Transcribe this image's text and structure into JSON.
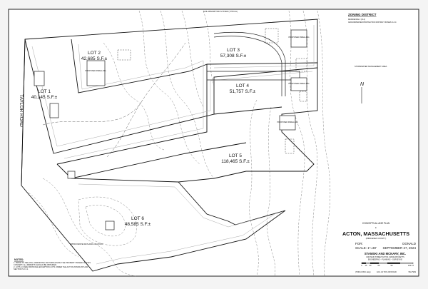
{
  "plan": {
    "lots": [
      {
        "name": "LOT 1",
        "area": "40,145 S.F.±"
      },
      {
        "name": "LOT 2",
        "area": "42,685 S.F.±"
      },
      {
        "name": "LOT 3",
        "area": "57,308 S.F.±"
      },
      {
        "name": "LOT 4",
        "area": "51,757 S.F.±"
      },
      {
        "name": "LOT 5",
        "area": "118,465 S.F.±"
      },
      {
        "name": "LOT 6",
        "area": "48,585 S.F.±"
      }
    ],
    "road": "TAYLOR ROAD",
    "dwelling_label": "PROPOSED DWELLING",
    "septic_label": "SOIL ABSORPTION SYSTEM (TYPICAL)",
    "stormwater_label": "STORMWATER MANAGEMENT AREA",
    "wetland_label": "APPROXIMATE WETLAND LOCATION",
    "north": "N"
  },
  "zoning": {
    "title": "ZONING DISTRICT",
    "line1": "RESIDENCE 2 (R-2)",
    "line2": "GROUNDWATER PROTECTION DISTRICT ZONES 3 & 4"
  },
  "notes": {
    "title": "NOTES:",
    "items": [
      "1.  PRIOR TO SELLING, MARKETING OR PURCHASING THE PROPERTY BASED ON THIS CONCEPT, ALL PERMITS SHOULD BE OBTAINED.",
      "2.  LOTS 1-5 ARE FRONTAGE EXCEPTION LOTS UNDER THE ACTON ZONING BYLAW SECTION 5.2.3.1."
    ]
  },
  "title_block": {
    "plan_type": "CONCEPTUAL ANR PLAN",
    "in": "in",
    "town": "ACTON, MASSACHUSETTS",
    "county": "(MIDDLESEX COUNTY)",
    "for_label": "FOR:",
    "client": "DONALD",
    "scale": "SCALE: 1\"=30'",
    "date": "SEPTEMBER 27, 2024",
    "firm": "STAMSKI AND MCNARY, INC.",
    "address": "1000 MAIN STREET  ACTON, MASSACHUSETTS",
    "services": "ENGINEERING – PLANNING – SURVEYING",
    "scale_ticks": [
      "0",
      "15",
      "30",
      "60",
      "90",
      "120 FT"
    ],
    "file": "(7939-CONC.dwg)",
    "address_site": "42 & 44 TAYLOR ROAD",
    "job": "SM-7939"
  }
}
